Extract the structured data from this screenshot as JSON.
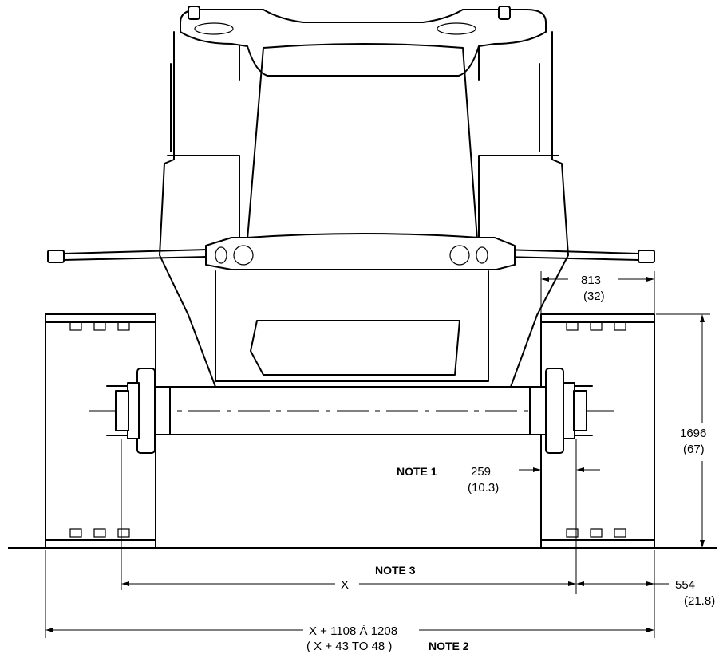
{
  "dimensions": {
    "wheel_width": {
      "mm": "813",
      "in": "(32)"
    },
    "height": {
      "mm": "1696",
      "in": "(67)"
    },
    "offset": {
      "mm": "259",
      "in": "(10.3)"
    },
    "track": {
      "label": "X"
    },
    "overhang": {
      "mm": "554",
      "in": "(21.8)"
    },
    "overall": {
      "mm": "X + 1108 À 1208",
      "in": "( X + 43 TO 48 )"
    }
  },
  "notes": {
    "note1": "NOTE 1",
    "note2": "NOTE 2",
    "note3": "NOTE 3"
  }
}
